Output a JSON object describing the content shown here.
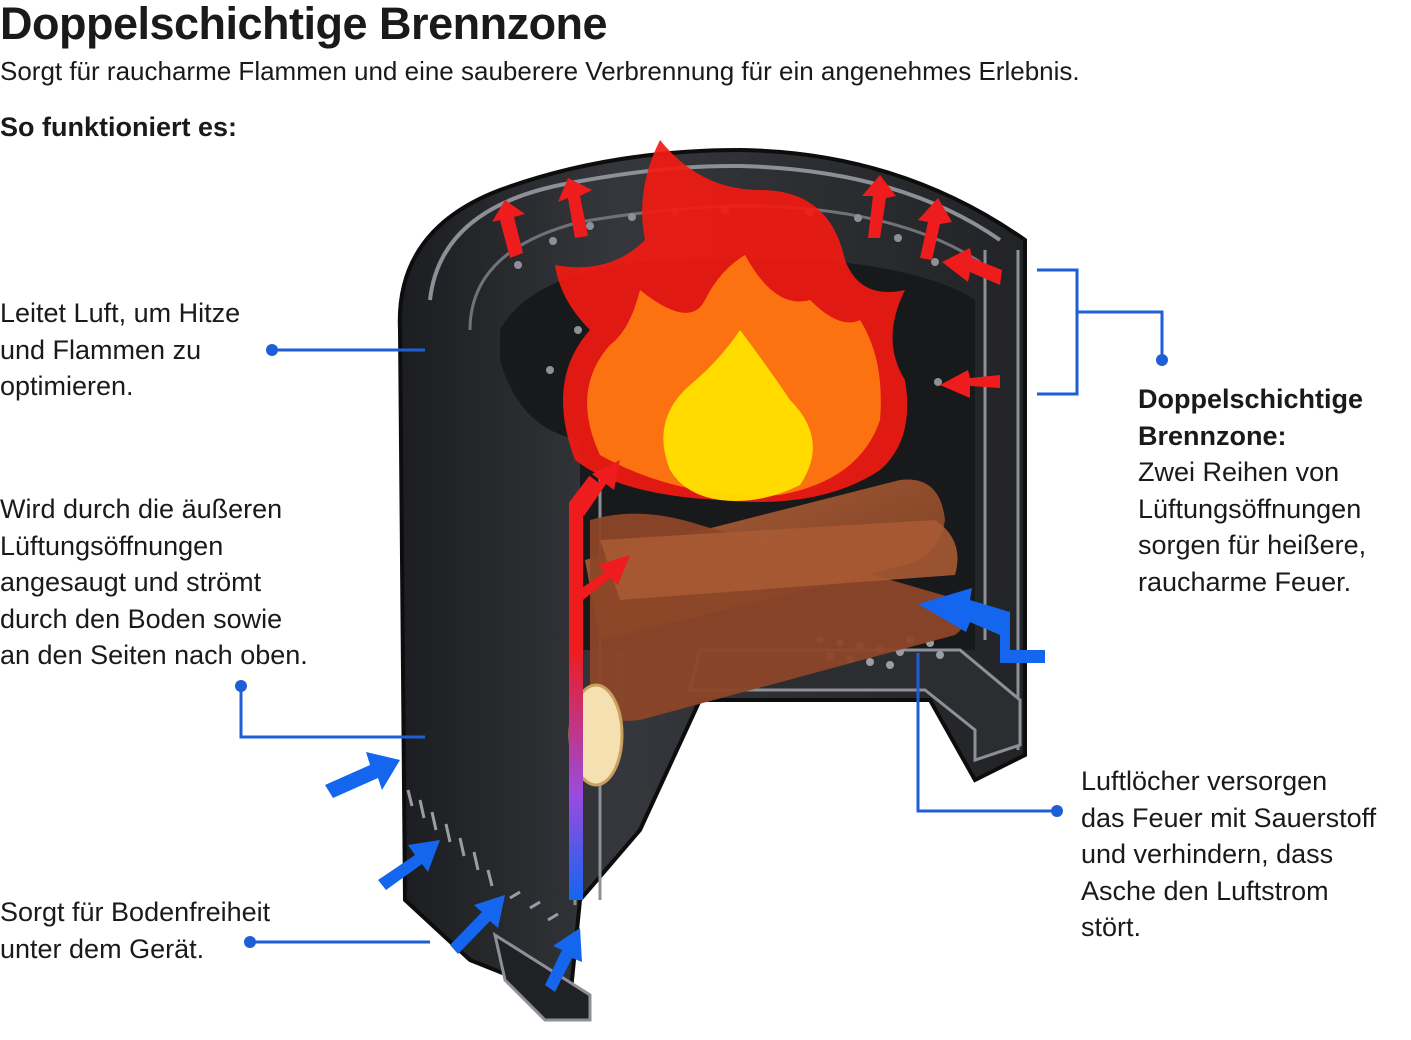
{
  "header": {
    "title": "Doppelschichtige Brennzone",
    "subtitle": "Sorgt für raucharme Flammen und eine sauberere Verbrennung für ein angenehmes Erlebnis.",
    "how_it_works": "So funktioniert es:"
  },
  "callouts": {
    "airflow": {
      "lines": [
        "Leitet Luft, um Hitze",
        "und Flammen zu",
        "optimieren."
      ]
    },
    "intake": {
      "lines": [
        "Wird durch die äußeren",
        "Lüftungsöffnungen",
        "angesaugt und strömt",
        "durch den Boden sowie",
        "an den Seiten nach oben."
      ]
    },
    "clearance": {
      "lines": [
        "Sorgt für Bodenfreiheit",
        "unter dem Gerät."
      ]
    },
    "double_wall": {
      "title_lines": [
        "Doppelschichtige",
        "Brennzone:"
      ],
      "lines": [
        "Zwei Reihen von",
        "Lüftungsöffnungen",
        "sorgen für heißere,",
        "raucharme Feuer."
      ]
    },
    "air_holes": {
      "lines": [
        "Luftlöcher versorgen",
        "das Feuer mit Sauerstoff",
        "und verhindern, dass",
        "Asche den Luftstrom",
        "stört."
      ]
    }
  },
  "colors": {
    "callout_line": "#1f5fd6",
    "airflow_arrow": "#1466ef",
    "hot_arrow": "#ee1c1c",
    "steel_dark": "#2a2c30",
    "steel_edge": "#8d9096",
    "flame_outer": "#f21a12",
    "flame_mid": "#ff7a10",
    "flame_core": "#ffe000",
    "wood": "#9a5030"
  }
}
